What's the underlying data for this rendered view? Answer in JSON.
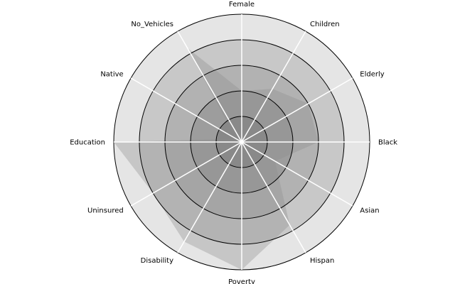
{
  "chart_data": {
    "type": "radar",
    "categories": [
      "Female",
      "Children",
      "Elderly",
      "Black",
      "Asian",
      "Hispan",
      "Poverty",
      "Disability",
      "Uninsured",
      "Education",
      "Native",
      "No_Vehicles"
    ],
    "values": [
      0.4,
      0.48,
      0.6,
      0.6,
      0.3,
      0.75,
      1.0,
      0.9,
      0.8,
      1.0,
      0.05,
      0.85
    ],
    "rlim": [
      0,
      1
    ],
    "rings": [
      0.2,
      0.4,
      0.6,
      0.8,
      1.0
    ],
    "grid": true,
    "colors": {
      "background": "#e5e5e5",
      "ring_bands": [
        "#888888",
        "#9d9d9d",
        "#b2b2b2",
        "#c8c8c8",
        "#e5e5e5"
      ],
      "polygon": "#8c8c8c",
      "ring_line": "#000000",
      "spoke": "#ffffff"
    }
  }
}
